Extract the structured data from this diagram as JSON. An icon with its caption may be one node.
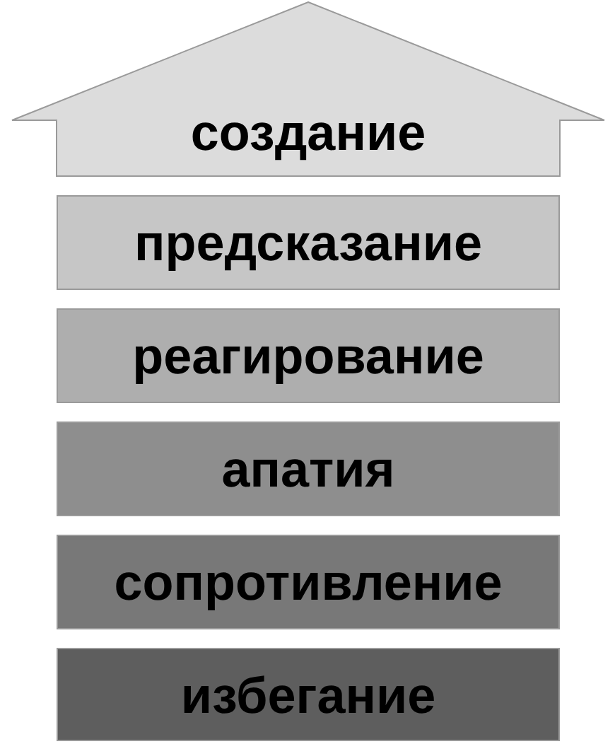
{
  "diagram": {
    "nodes": [
      {
        "text": [
          "создание"
        ]
      },
      {
        "text": [
          "предсказание"
        ]
      },
      {
        "text": [
          "реагирование"
        ]
      },
      {
        "text": [
          "апатия"
        ]
      },
      {
        "text": [
          "сопротивление"
        ]
      },
      {
        "text": [
          "избегание"
        ]
      }
    ]
  }
}
